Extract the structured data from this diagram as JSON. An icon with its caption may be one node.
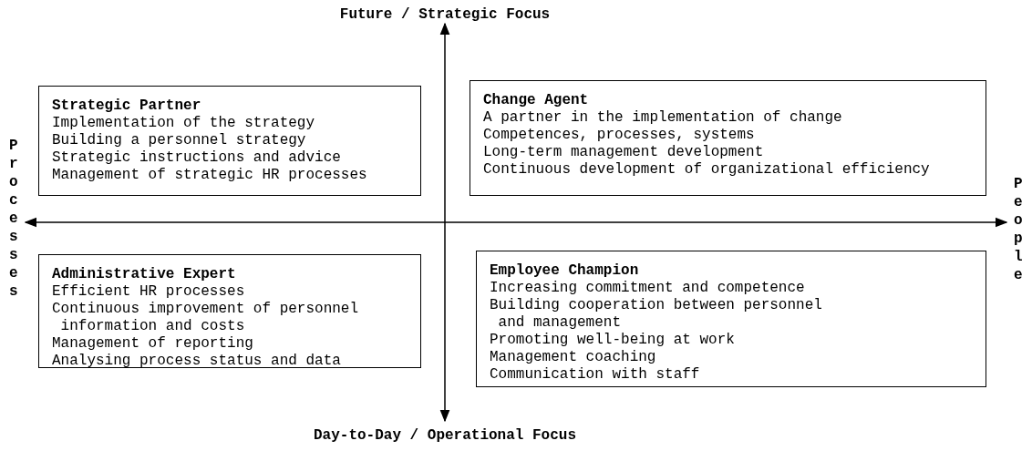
{
  "diagram": {
    "nodes": [
      {
        "text": [
          "Strategic Partner",
          "Implementation of the strategy",
          "Building a personnel strategy",
          "Strategic instructions and advice",
          "Management of strategic HR processes"
        ]
      },
      {
        "text": [
          "Change Agent",
          "A partner in the implementation of change",
          "Competences, processes, systems",
          "Long-term management development",
          "Continuous development of organizational efficiency"
        ]
      },
      {
        "text": [
          "Administrative Expert",
          "Efficient HR processes",
          "Continuous improvement of personnel information and costs",
          "Management of reporting",
          "Analysing process status and data"
        ]
      },
      {
        "text": [
          "Employee Champion",
          "Increasing commitment and competence",
          "Building cooperation between personnel and management",
          "Promoting well-being at work",
          "Management coaching",
          "Communication with staff"
        ]
      }
    ],
    "labels": [
      "Future / Strategic Focus",
      "Processes",
      "People",
      "Day-to-Day / Operational Focus"
    ]
  }
}
